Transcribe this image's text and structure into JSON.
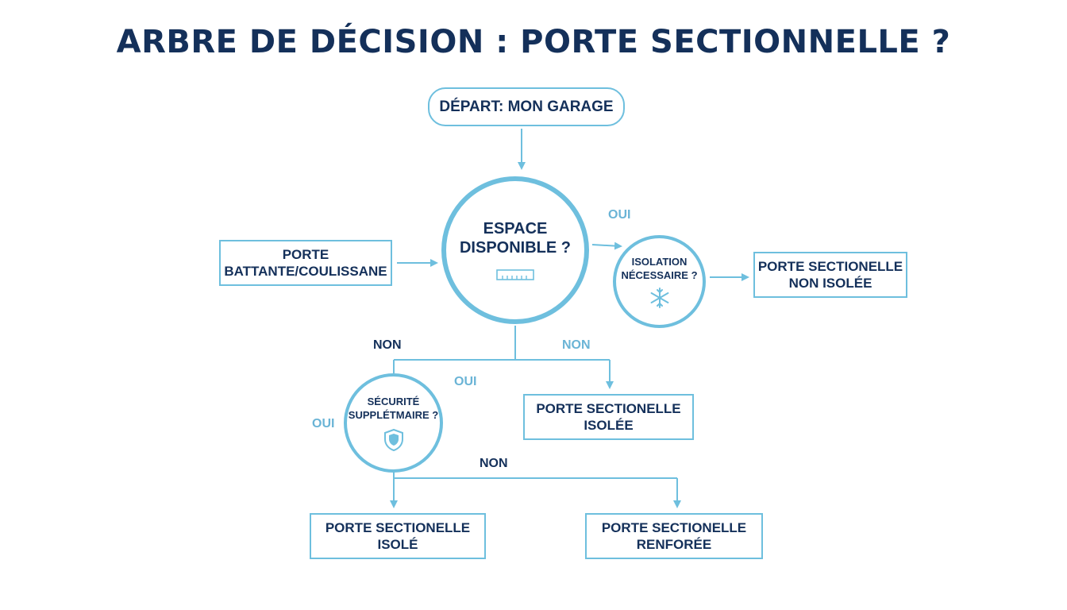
{
  "title": "ARBRE DE DÉCISION : PORTE SECTIONNELLE ?",
  "colors": {
    "dark": "#14305a",
    "accent": "#6ebfde",
    "light_label": "#6ab4d6"
  },
  "nodes": {
    "start": "DÉPART: MON GARAGE",
    "espace": {
      "line1": "ESPACE",
      "line2": "DISPONIBLE ?",
      "icon": "ruler-icon"
    },
    "isolation": {
      "line1": "ISOLATION",
      "line2": "NÉCESSAIRE ?",
      "icon": "snowflake-icon"
    },
    "securite": {
      "line1": "SÉCURITÉ",
      "line2": "SUPPLÉTMAIRE ?",
      "icon": "shield-icon"
    },
    "battante": {
      "line1": "PORTE",
      "line2": "BATTANTE/COULISSANE"
    },
    "non_isolee": {
      "line1": "PORTE SECTIONELLE",
      "line2": "NON ISOLÉE"
    },
    "isolee_right": {
      "line1": "PORTE SECTIONELLE",
      "line2": "ISOLÉE"
    },
    "isole_left": {
      "line1": "PORTE SECTIONELLE",
      "line2": "ISOLÉ"
    },
    "renforee": {
      "line1": "PORTE SECTIONELLE",
      "line2": "RENFORÉE"
    }
  },
  "labels": {
    "oui_top": "OUI",
    "non_left": "NON",
    "non_mid": "NON",
    "oui_mid": "OUI",
    "oui_left": "OUI",
    "non_bottom": "NON"
  }
}
